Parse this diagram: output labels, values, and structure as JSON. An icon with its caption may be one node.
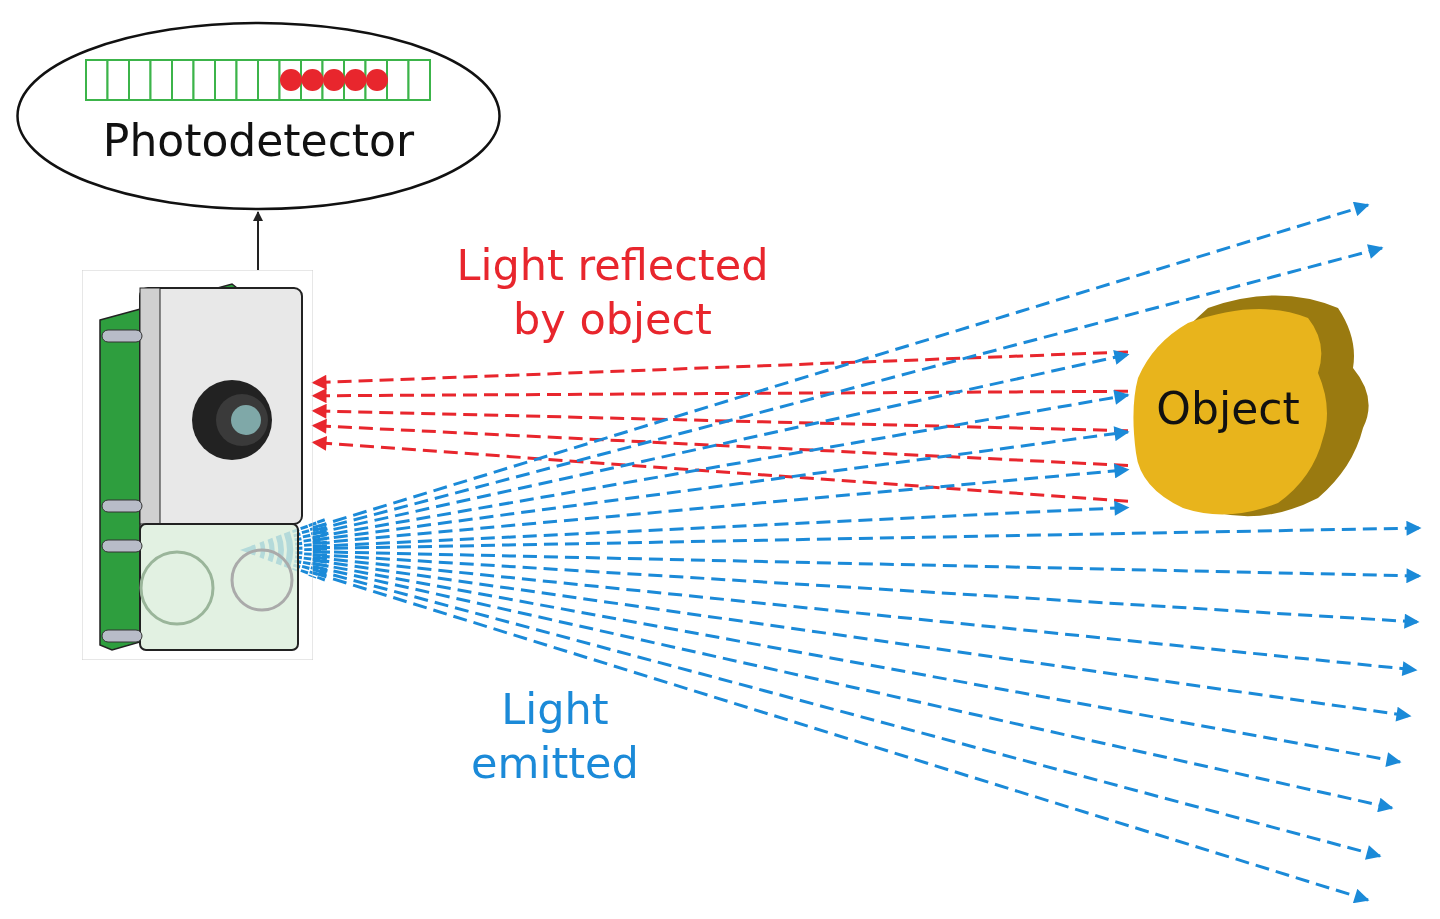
{
  "diagram": {
    "nodes": [
      {
        "text": [
          "Photodetector"
        ]
      },
      {
        "text": [],
        "shape": "picture"
      },
      {
        "text": [
          "Object"
        ]
      }
    ],
    "edges": [
      {
        "from": 1,
        "to": 0,
        "arrow": "to",
        "color": "#222222"
      },
      {
        "from": 2,
        "to": 1,
        "arrow": "to",
        "style": "dashed",
        "color": "#e8262d"
      },
      {
        "from": 2,
        "to": 1,
        "arrow": "to",
        "style": "dashed",
        "color": "#e8262d"
      },
      {
        "from": 2,
        "to": 1,
        "arrow": "to",
        "style": "dashed",
        "color": "#e8262d"
      },
      {
        "from": 2,
        "to": 1,
        "arrow": "to",
        "style": "dashed",
        "color": "#e8262d"
      },
      {
        "from": 2,
        "to": 1,
        "arrow": "to",
        "style": "dashed",
        "color": "#e8262d"
      },
      {
        "from": 1,
        "to": 2,
        "arrow": "to",
        "style": "dashed"
      },
      {
        "from": 1,
        "to": 2,
        "arrow": "to",
        "style": "dashed"
      },
      {
        "from": 1,
        "to": 2,
        "arrow": "to",
        "style": "dashed"
      },
      {
        "from": 1,
        "to": 2,
        "arrow": "to",
        "style": "dashed"
      },
      {
        "from": 1,
        "to": 2,
        "arrow": "to",
        "style": "dashed"
      },
      {
        "from": 1,
        "to": null,
        "arrow": "to",
        "style": "dashed"
      },
      {
        "from": 1,
        "to": null,
        "arrow": "to",
        "style": "dashed"
      },
      {
        "from": 1,
        "to": null,
        "arrow": "to",
        "style": "dashed"
      },
      {
        "from": 1,
        "to": null,
        "arrow": "to",
        "style": "dashed"
      },
      {
        "from": 1,
        "to": null,
        "arrow": "to",
        "style": "dashed"
      },
      {
        "from": 1,
        "to": null,
        "arrow": "to",
        "style": "dashed"
      },
      {
        "from": 1,
        "to": null,
        "arrow": "to",
        "style": "dashed"
      },
      {
        "from": 1,
        "to": null,
        "arrow": "to",
        "style": "dashed"
      },
      {
        "from": 1,
        "to": null,
        "arrow": "to",
        "style": "dashed"
      },
      {
        "from": 1,
        "to": null,
        "arrow": "to",
        "style": "dashed"
      },
      {
        "from": 1,
        "to": null,
        "arrow": "to",
        "style": "dashed"
      }
    ],
    "labels": [
      "Light reflected by object",
      "Light emitted"
    ]
  }
}
